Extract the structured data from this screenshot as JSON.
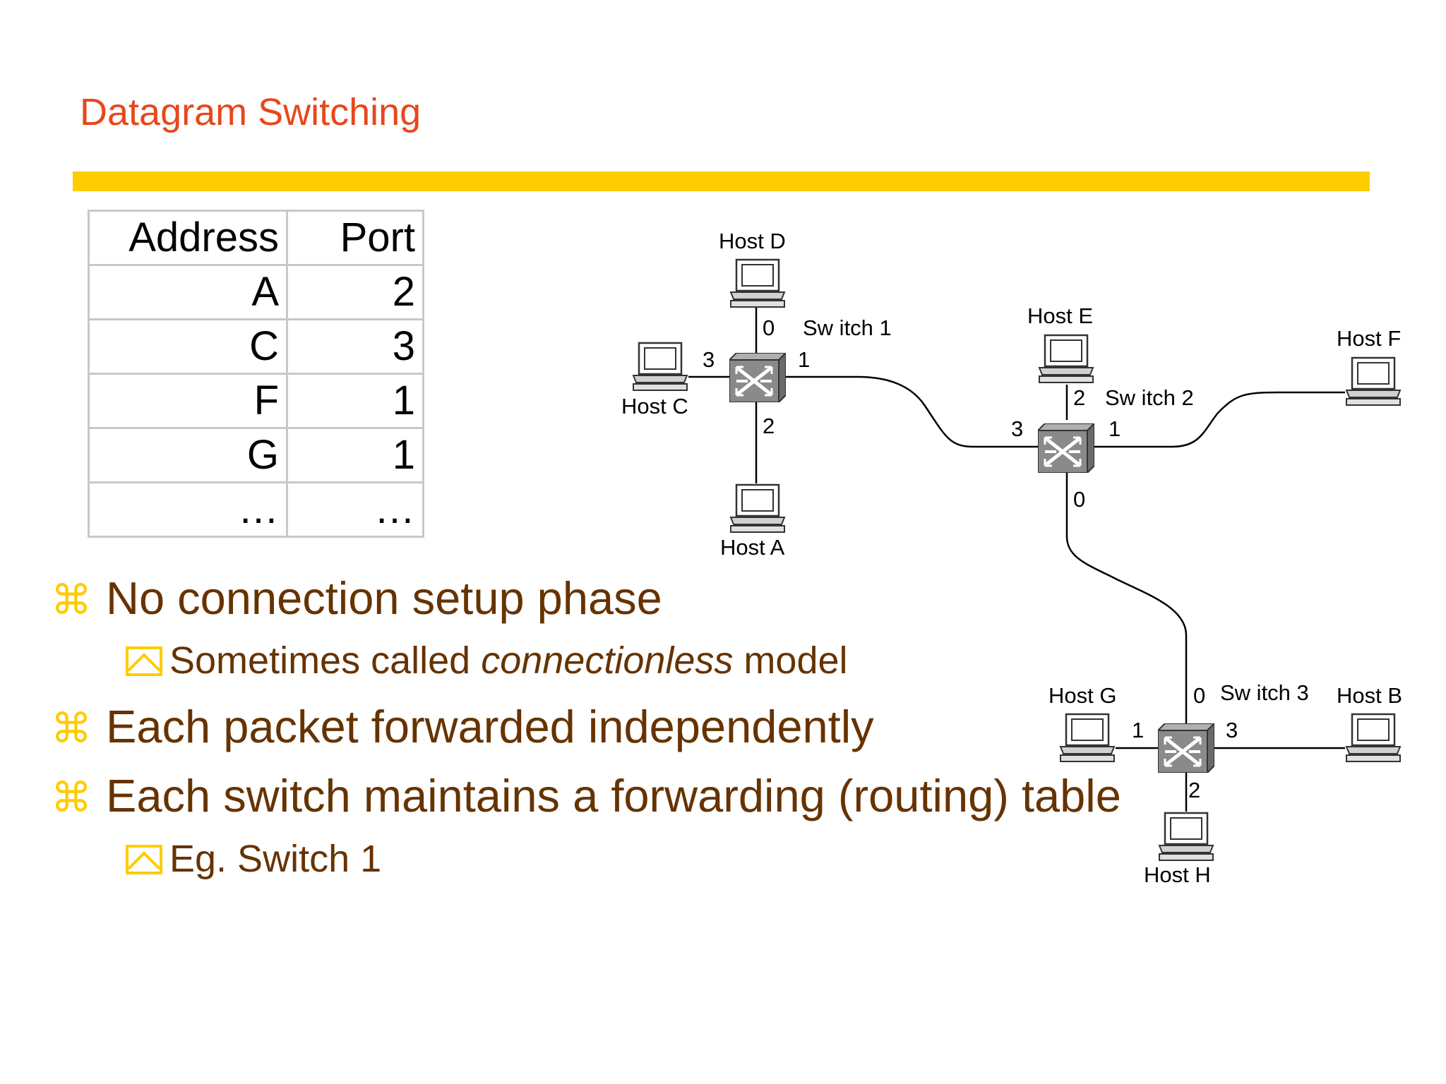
{
  "slide": {
    "title": "Datagram Switching"
  },
  "table": {
    "headers": [
      "Address",
      "Port"
    ],
    "rows": [
      [
        "A",
        "2"
      ],
      [
        "C",
        "3"
      ],
      [
        "F",
        "1"
      ],
      [
        "G",
        "1"
      ],
      [
        "…",
        "…"
      ]
    ]
  },
  "bullets": [
    {
      "text": "No connection setup phase",
      "icon": "command-key-icon"
    },
    {
      "pre": "Sometimes called ",
      "em": "connectionless",
      "post": " model",
      "icon": "envelope-icon"
    },
    {
      "text": "Each packet forwarded independently",
      "icon": "command-key-icon"
    },
    {
      "text": "Each switch  maintains a forwarding (routing) table",
      "icon": "command-key-icon"
    },
    {
      "text": "Eg. Switch 1",
      "icon": "envelope-icon"
    }
  ],
  "network": {
    "hosts": {
      "a": "Host A",
      "b": "Host B",
      "c": "Host C",
      "d": "Host D",
      "e": "Host E",
      "f": "Host F",
      "g": "Host G",
      "h": "Host H"
    },
    "switches": {
      "s1": "Sw itch 1",
      "s2": "Sw itch 2",
      "s3": "Sw itch 3"
    },
    "ports": {
      "s1": {
        "p0": "0",
        "p1": "1",
        "p2": "2",
        "p3": "3"
      },
      "s2": {
        "p0": "0",
        "p1": "1",
        "p2": "2",
        "p3": "3"
      },
      "s3": {
        "p0": "0",
        "p1": "1",
        "p2": "2",
        "p3": "3"
      }
    }
  },
  "colors": {
    "title": "#e8471c",
    "bar": "#ffcc00",
    "bullet_text": "#663300",
    "bullet_mark": "#ffcc00"
  }
}
